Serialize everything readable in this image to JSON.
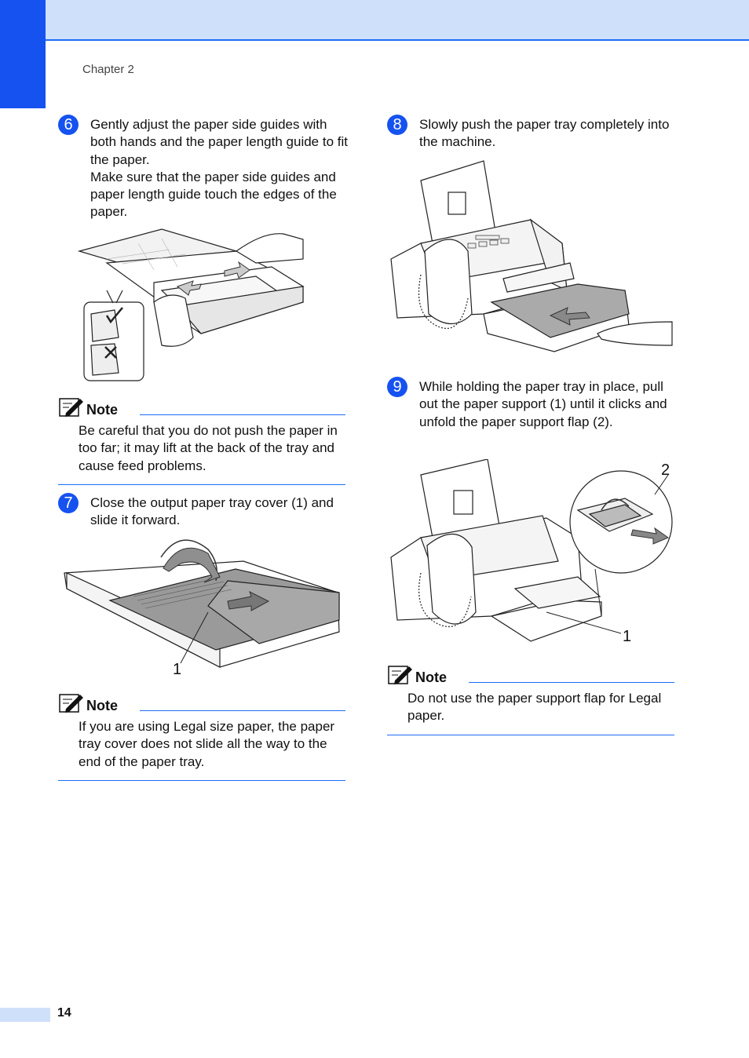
{
  "header": {
    "chapter": "Chapter 2"
  },
  "steps": {
    "s6": {
      "number": "6",
      "lines": [
        "Gently adjust the paper side guides with both hands and the paper length guide to fit the paper.",
        "Make sure that the paper side guides and paper length guide touch the edges of the paper."
      ]
    },
    "s7": {
      "number": "7",
      "text": "Close the output paper tray cover (1) and slide it forward."
    },
    "s8": {
      "number": "8",
      "text": "Slowly push the paper tray completely into the machine."
    },
    "s9": {
      "number": "9",
      "text": "While holding the paper tray in place, pull out the paper support (1) until it clicks and unfold the paper support flap (2)."
    }
  },
  "notes": {
    "n1": {
      "label": "Note",
      "text": "Be careful that you do not push the paper in too far; it may lift at the back of the tray and cause feed problems."
    },
    "n2": {
      "label": "Note",
      "text": "If you are using Legal size paper, the paper tray cover does not slide all the way to the end of the paper tray."
    },
    "n3": {
      "label": "Note",
      "text": "Do not use the paper support flap for Legal paper."
    }
  },
  "callouts": {
    "fig7_c1": "1",
    "fig9_c1": "1",
    "fig9_c2": "2"
  },
  "footer": {
    "page": "14"
  },
  "colors": {
    "accent": "#1652f0",
    "band": "#cfe0fb",
    "rule": "#1d6df5"
  }
}
